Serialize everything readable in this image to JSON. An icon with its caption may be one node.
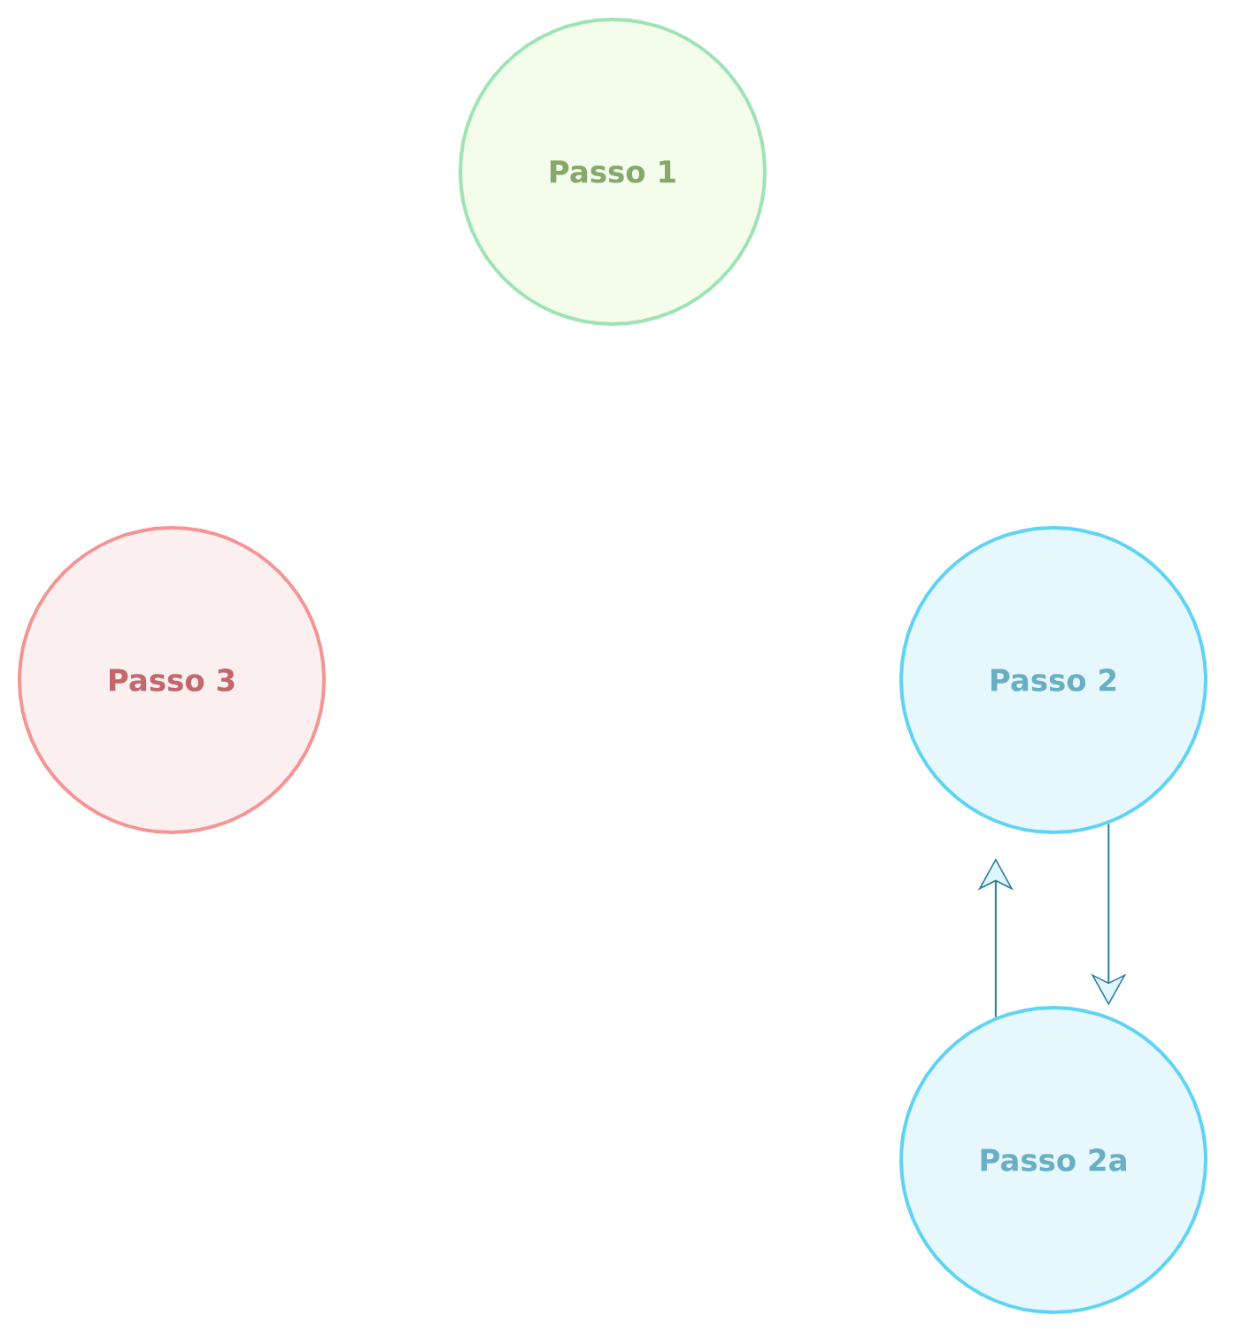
{
  "diagram": {
    "nodes": [
      {
        "text": [
          "Passo 1"
        ]
      },
      {
        "text": [
          "Passo 3"
        ]
      },
      {
        "text": [
          "Passo 2"
        ]
      },
      {
        "text": [
          "Passo 2a"
        ]
      }
    ],
    "edges": [
      {
        "from": 2,
        "to": 3,
        "arrow": "to"
      },
      {
        "from": 3,
        "to": 2,
        "arrow": "to"
      }
    ]
  }
}
